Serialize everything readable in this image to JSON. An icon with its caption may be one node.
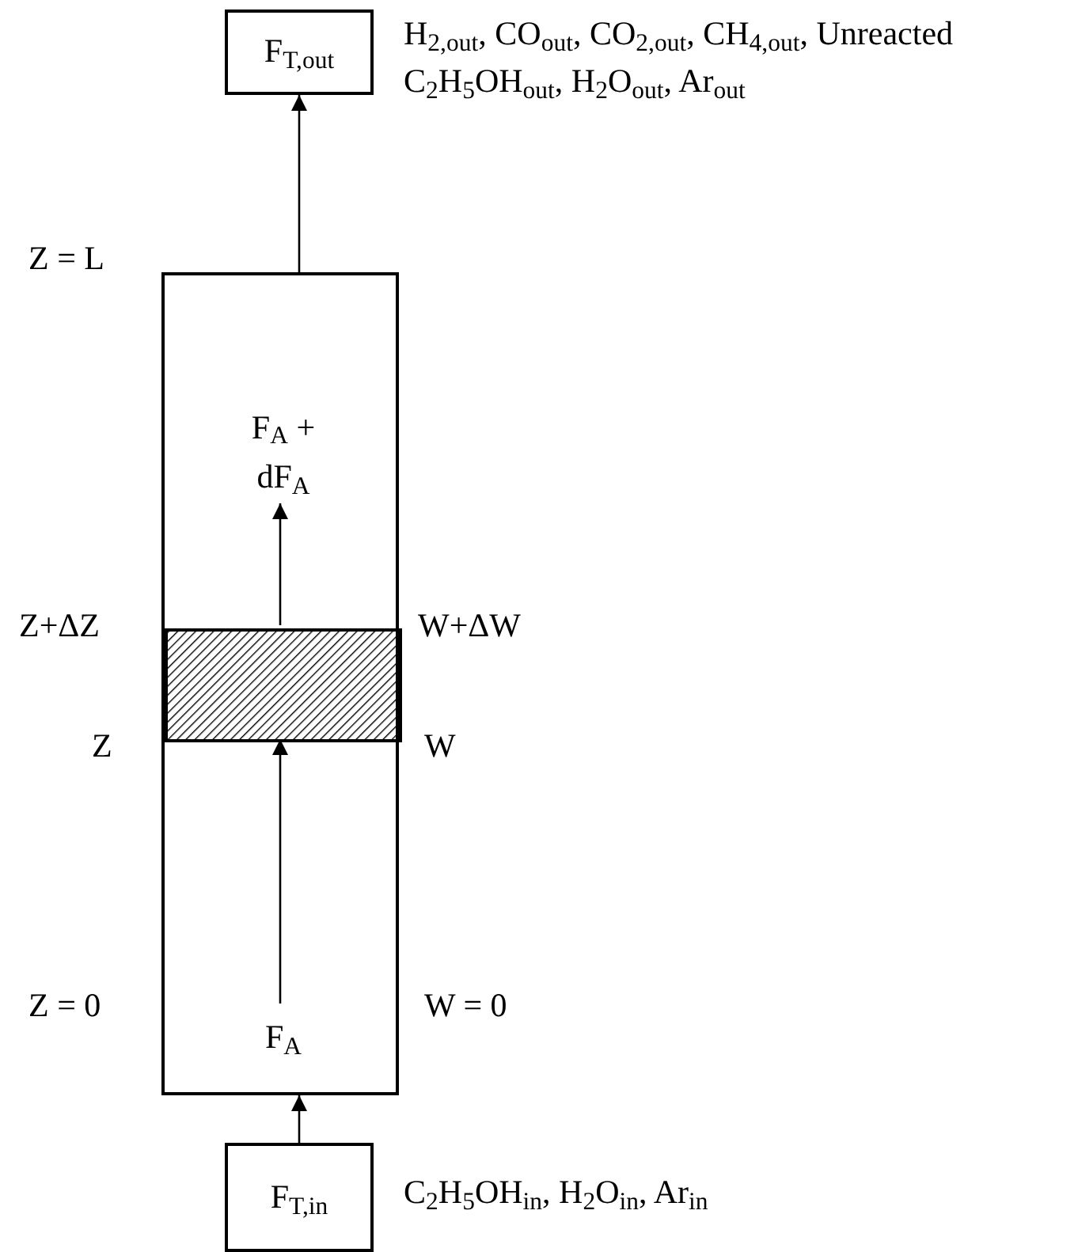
{
  "diagram": {
    "nodes": [
      {
        "text": [
          "F$_{T,out}$"
        ],
        "beside": [
          "H$_{2,out}$, CO$_{out}$, CO$_{2,out}$, CH$_{4,out}$, Unreacted C$_{2}$H$_{5}$OH$_{out}$, H$_{2}$O$_{out}$, Ar$_{out}$"
        ]
      },
      {
        "text": [],
        "shape": "box"
      },
      {
        "text": [
          "F$_{A}$ + dF$_{A}$"
        ],
        "in": 1
      },
      {
        "text": [],
        "shape": "box",
        "in": 1
      },
      {
        "text": [
          "F$_{A}$"
        ],
        "in": 1
      },
      {
        "text": [
          "F$_{T,in}$"
        ],
        "beside": [
          "C$_{2}$H$_{5}$OH$_{in}$, H$_{2}$O$_{in}$, Ar$_{in}$"
        ]
      }
    ],
    "edges": [
      {
        "from": 5,
        "to": 1,
        "arrow": "to"
      },
      {
        "from": 1,
        "to": 0,
        "arrow": "to"
      },
      {
        "from": 4,
        "to": 3,
        "arrow": "to"
      },
      {
        "from": 3,
        "to": 2,
        "arrow": "to"
      }
    ],
    "labels": [
      "Z = L",
      "Z+ΔZ",
      "W+ΔW",
      "Z",
      "W",
      "Z = 0",
      "W = 0"
    ]
  }
}
